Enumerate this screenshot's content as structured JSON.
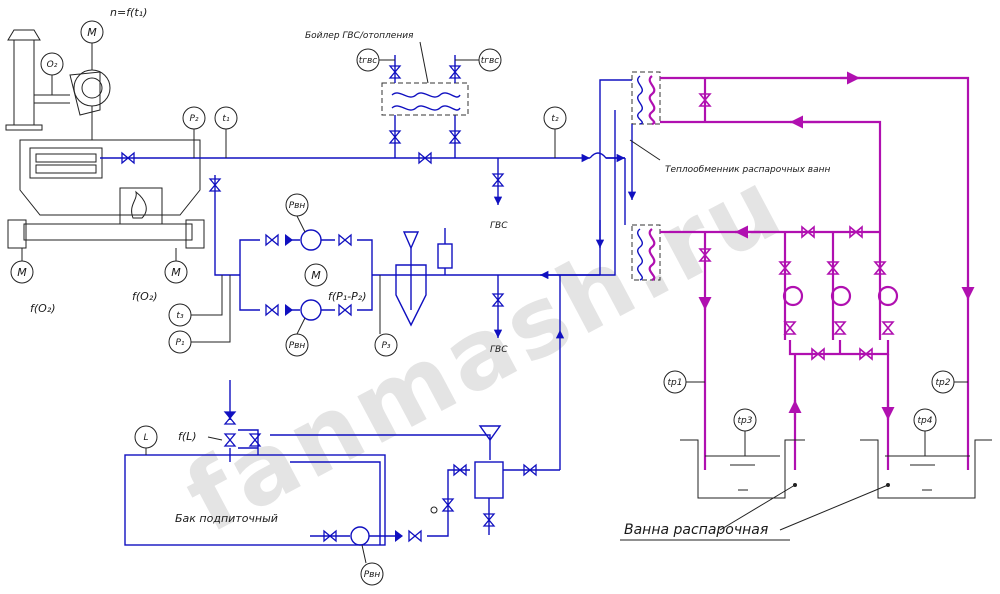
{
  "watermark": "fanmash.ru",
  "labels": {
    "boiler_title": "Бойлер ГВС/отопления",
    "heat_exchanger": "Теплообменник распарочных ванн",
    "tank": "Бак подпиточный",
    "bath": "Ванна распарочная",
    "gvs1": "ГВС",
    "gvs2": "ГВС",
    "fan_speed": "n=f(t₁)",
    "o2_func": "f(O₂)",
    "o2_func2": "f(O₂)",
    "dp_func": "f(P₁-P₂)",
    "level_func": "f(L)"
  },
  "instruments": {
    "o2": "O₂",
    "p2": "P₂",
    "t1": "t₁",
    "t2": "t₂",
    "t3": "t₃",
    "p1": "P₁",
    "p3": "P₃",
    "pw_top": "Pвн",
    "pw_bot": "Pвн",
    "pw_tank": "Pвн",
    "t_hot_in": "tгвс",
    "t_hot_out": "tгвс",
    "level": "L",
    "tp1": "tр1",
    "tp2": "tр2",
    "tp3": "tр3",
    "tp4": "tр4",
    "motor": "M"
  },
  "colors": {
    "water_line": "#1010c0",
    "bath_line": "#b010b0",
    "equipment": "#222222"
  }
}
